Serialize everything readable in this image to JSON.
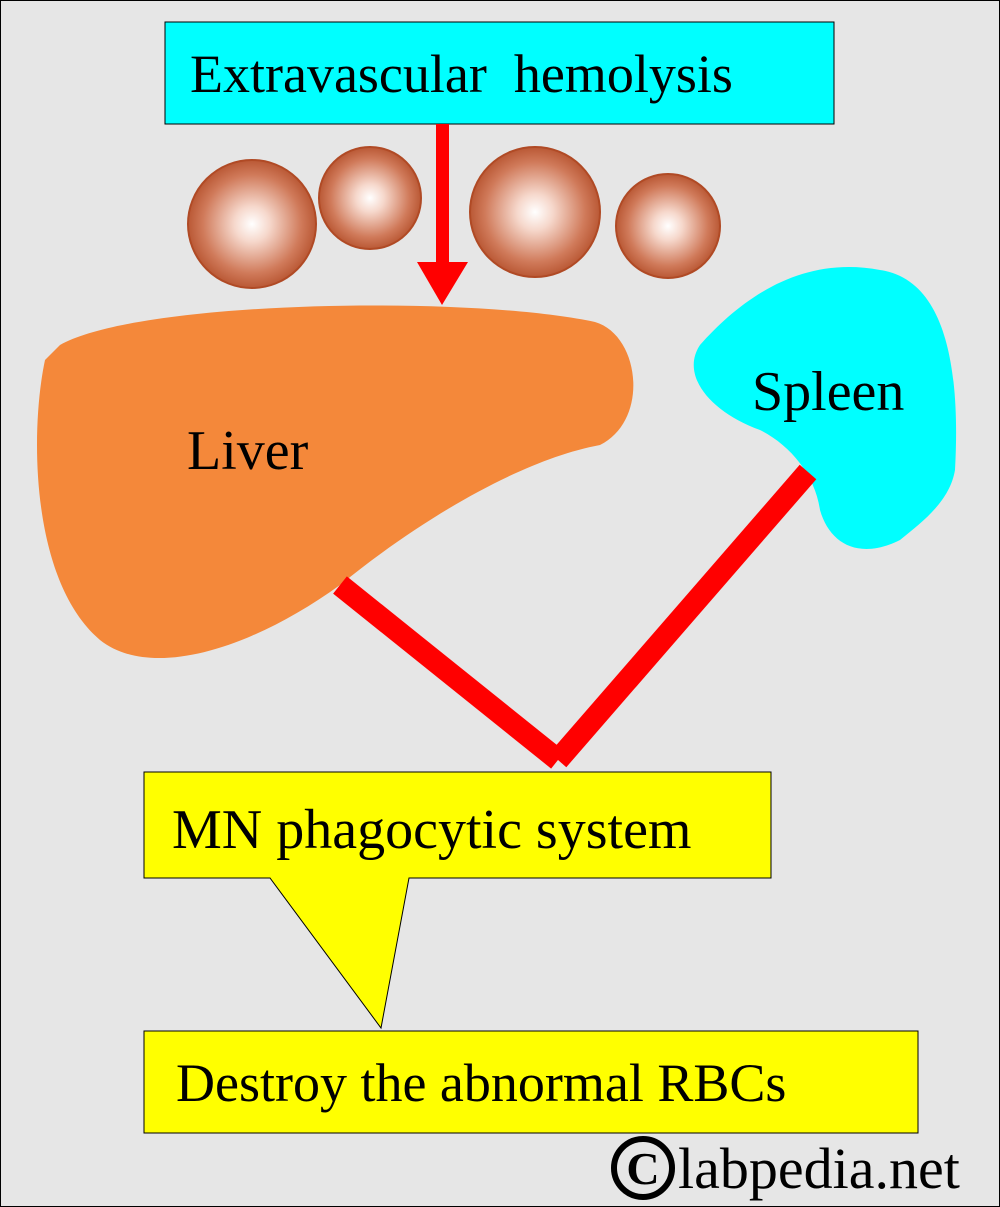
{
  "title": "Extravascular  hemolysis",
  "organs": {
    "liver_label": "Liver",
    "spleen_label": "Spleen"
  },
  "boxes": {
    "mn_system": "MN phagocytic system",
    "outcome": "Destroy the abnormal RBCs"
  },
  "watermark": {
    "symbol": "©",
    "text": "labpedia.net"
  },
  "colors": {
    "background": "#e6e6e6",
    "title_box": "#00ffff",
    "liver": "#f4883a",
    "spleen": "#00ffff",
    "arrow": "#ff0000",
    "callout": "#ffff00",
    "rbc_edge": "#b04a25",
    "rbc_center": "#ffffff"
  },
  "icons": [
    "red-blood-cell-icon",
    "arrow-down-icon"
  ]
}
